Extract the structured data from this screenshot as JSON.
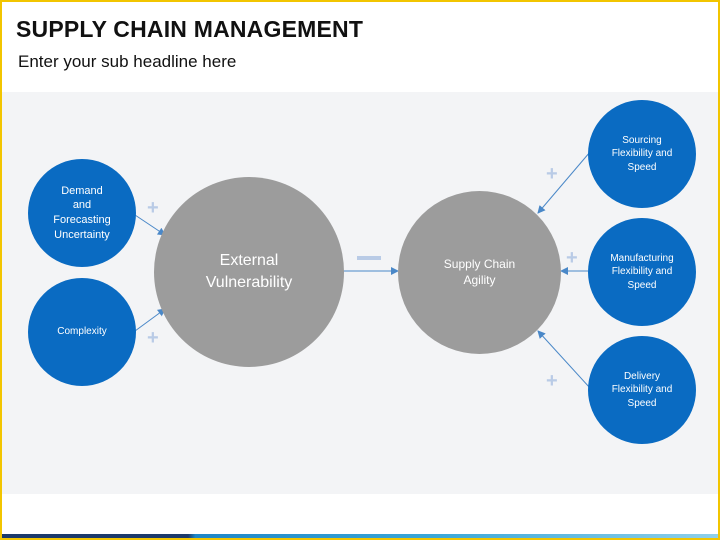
{
  "title": "SUPPLY CHAIN MANAGEMENT",
  "subtitle": "Enter your sub headline here",
  "nodes": {
    "demand": "Demand and Forecasting Uncertainty",
    "complexity": "Complexity",
    "external": "External Vulnerability",
    "agility": "Supply Chain Agility",
    "sourcing": "Sourcing Flexibility and Speed",
    "manufacturing": "Manufacturing Flexibility and Speed",
    "delivery": "Delivery Flexibility and Speed"
  },
  "colors": {
    "blue": "#0a6bc2",
    "grey": "#9c9c9c",
    "symbol": "#b9cbe6",
    "border": "#f2c500"
  }
}
